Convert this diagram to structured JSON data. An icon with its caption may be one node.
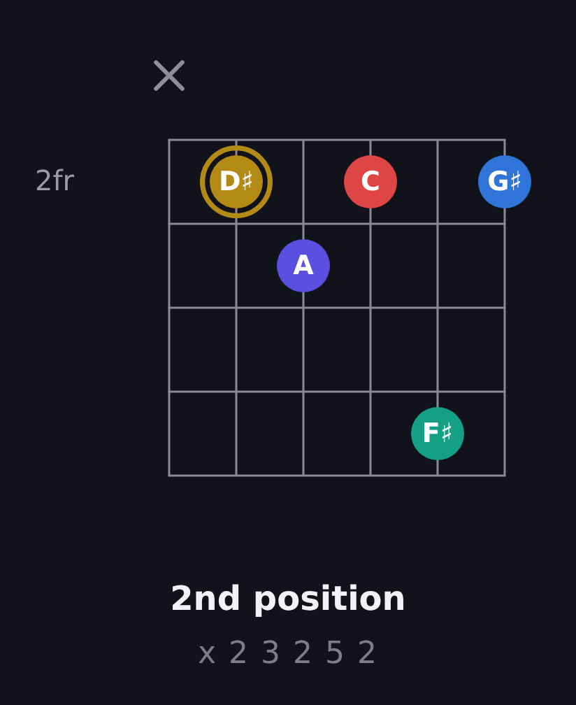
{
  "diagram": {
    "title": "2nd position",
    "caption": "x 2 3 2 5 2",
    "nodes": [
      {
        "text": [
          "D♯"
        ]
      },
      {
        "text": [
          "C"
        ]
      },
      {
        "text": [
          "G♯"
        ]
      },
      {
        "text": [
          "A"
        ]
      },
      {
        "text": [
          "F♯"
        ]
      }
    ],
    "labels": [
      "2fr"
    ]
  }
}
